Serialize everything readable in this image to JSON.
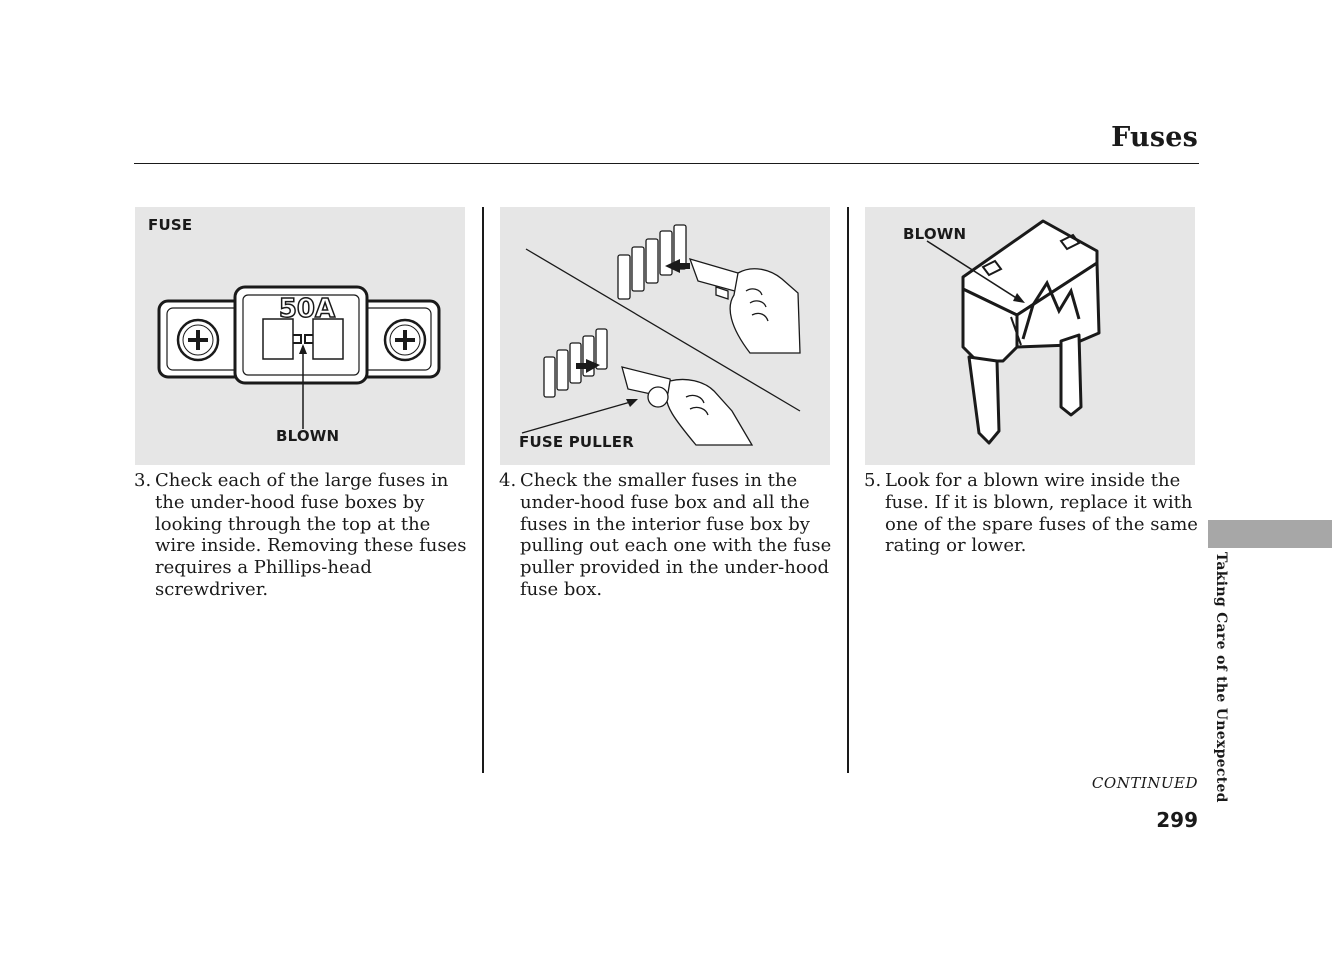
{
  "header": {
    "title": "Fuses"
  },
  "figures": [
    {
      "labels": {
        "fuse": "FUSE",
        "blown": "BLOWN",
        "rating": "50A"
      }
    },
    {
      "labels": {
        "fuse_puller": "FUSE PULLER"
      }
    },
    {
      "labels": {
        "blown": "BLOWN"
      }
    }
  ],
  "steps": [
    {
      "number": "3.",
      "text": "Check each of the large fuses in the under-hood fuse boxes by looking through the top at the wire inside. Removing these fuses requires a Phillips-head screwdriver."
    },
    {
      "number": "4.",
      "text": "Check the smaller fuses in the under-hood fuse box and all the fuses in the interior fuse box by pulling out each one with the fuse puller provided in the under-hood fuse box."
    },
    {
      "number": "5.",
      "text": "Look for a blown wire inside the fuse. If it is blown, replace it with one of the spare fuses of the same rating or lower."
    }
  ],
  "footer": {
    "continued": "CONTINUED",
    "page_number": "299"
  },
  "side_tab": {
    "label": "Taking Care of the Unexpected",
    "color": "#a7a7a7"
  }
}
